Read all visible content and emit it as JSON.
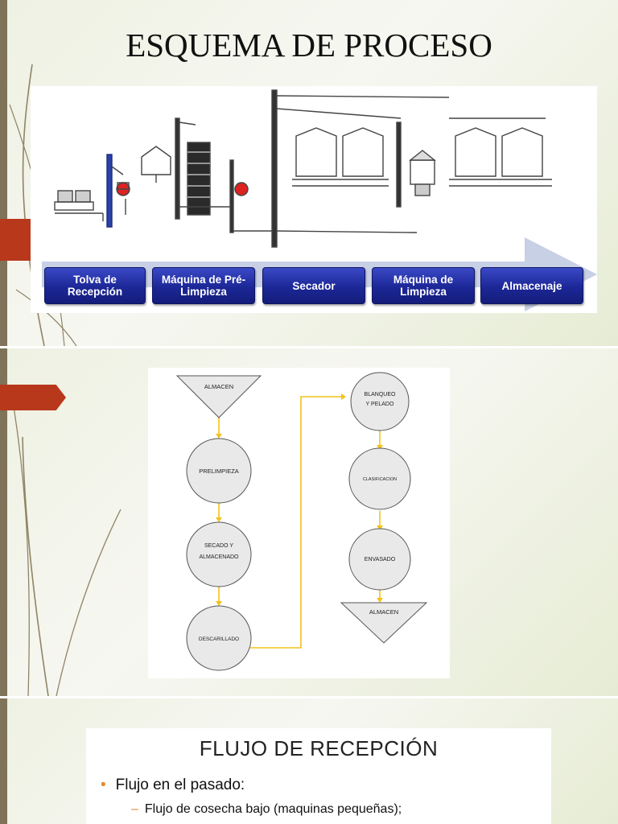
{
  "slide1": {
    "title": "ESQUEMA DE PROCESO",
    "steps": [
      {
        "line1": "Tolva de",
        "line2": "Recepción"
      },
      {
        "line1": "Máquina de Pré-",
        "line2": "Limpieza"
      },
      {
        "line1": "Secador",
        "line2": ""
      },
      {
        "line1": "Máquina de",
        "line2": "Limpieza"
      },
      {
        "line1": "Almacenaje",
        "line2": ""
      }
    ],
    "colors": {
      "step_box": "#1c2797",
      "accent_tab": "#b8381c"
    }
  },
  "slide2": {
    "flow": {
      "almacen_top": "ALMACEN",
      "prelimpieza": "PRELIMPIEZA",
      "secado_1": "SECADO Y",
      "secado_2": "ALMACENADO",
      "descarillado": "DESCARILLADO",
      "blanqueo_1": "BLANQUEO",
      "blanqueo_2": "Y PELADO",
      "clasificacion": "CLASIFICACION",
      "envasado": "ENVASADO",
      "almacen_bottom": "ALMACEN"
    },
    "colors": {
      "shape_fill": "#e9e9e9",
      "connector": "#f3c21c"
    }
  },
  "slide3": {
    "title": "FLUJO DE RECEPCIÓN",
    "bullet": "Flujo en el pasado:",
    "sub_bullet": "Flujo de cosecha bajo (maquinas pequeñas);",
    "colors": {
      "bullet": "#e38b2a"
    }
  }
}
